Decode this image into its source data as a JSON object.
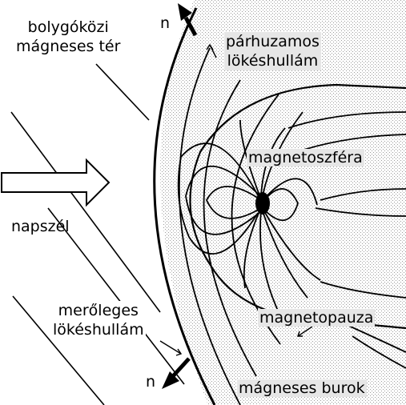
{
  "labels": {
    "interplanetary_field_line1": "bolygóközi",
    "interplanetary_field_line2": "mágneses tér",
    "parallel_shock_line1": "párhuzamos",
    "parallel_shock_line2": "lökéshullám",
    "normal_top": "n",
    "normal_bottom": "n",
    "magnetosphere": "magnetoszféra",
    "solar_wind": "napszél",
    "perpendicular_shock_line1": "merőleges",
    "perpendicular_shock_line2": "lökéshullám",
    "magnetopause": "magnetopauza",
    "magnetosheath": "mágneses burok"
  },
  "colors": {
    "ink": "#000000",
    "sheath_dots": "#bdbdbd",
    "background": "#ffffff"
  }
}
